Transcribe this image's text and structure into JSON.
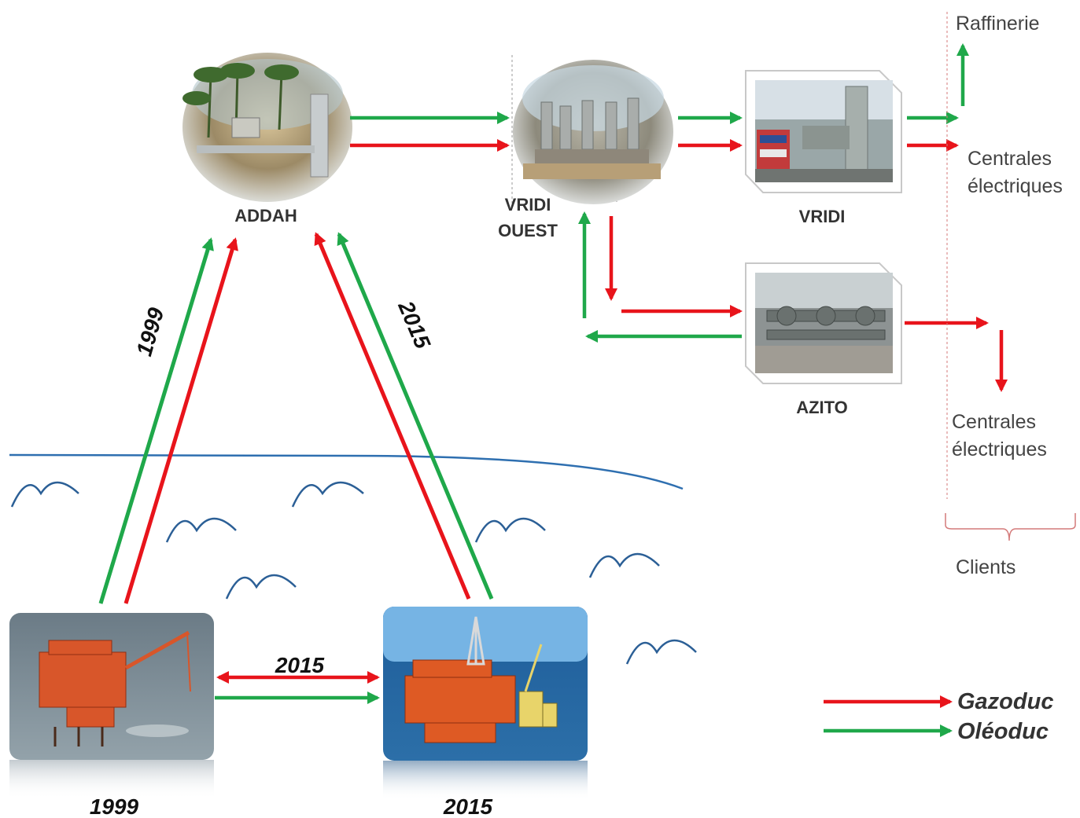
{
  "colors": {
    "gas": "#e8141b",
    "oil": "#1fa84a",
    "sea": "#2e6fb0",
    "wave": "#2b5f96"
  },
  "nodes": {
    "addah": "ADDAH",
    "vridi_ouest_line1": "VRIDI",
    "vridi_ouest_line2": "OUEST",
    "vridi": "VRIDI",
    "azito": "AZITO"
  },
  "platforms": {
    "left_year": "1999",
    "right_year": "2015"
  },
  "pipeline_years": {
    "left_pipeline": "1999",
    "right_pipeline": "2015",
    "between_platforms": "2015"
  },
  "clients": {
    "refinery": "Raffinerie",
    "power_top_line1": "Centrales",
    "power_top_line2": "électriques",
    "power_bottom_line1": "Centrales",
    "power_bottom_line2": "électriques",
    "group_label": "Clients"
  },
  "legend": {
    "gas": "Gazoduc",
    "oil": "Oléoduc"
  }
}
